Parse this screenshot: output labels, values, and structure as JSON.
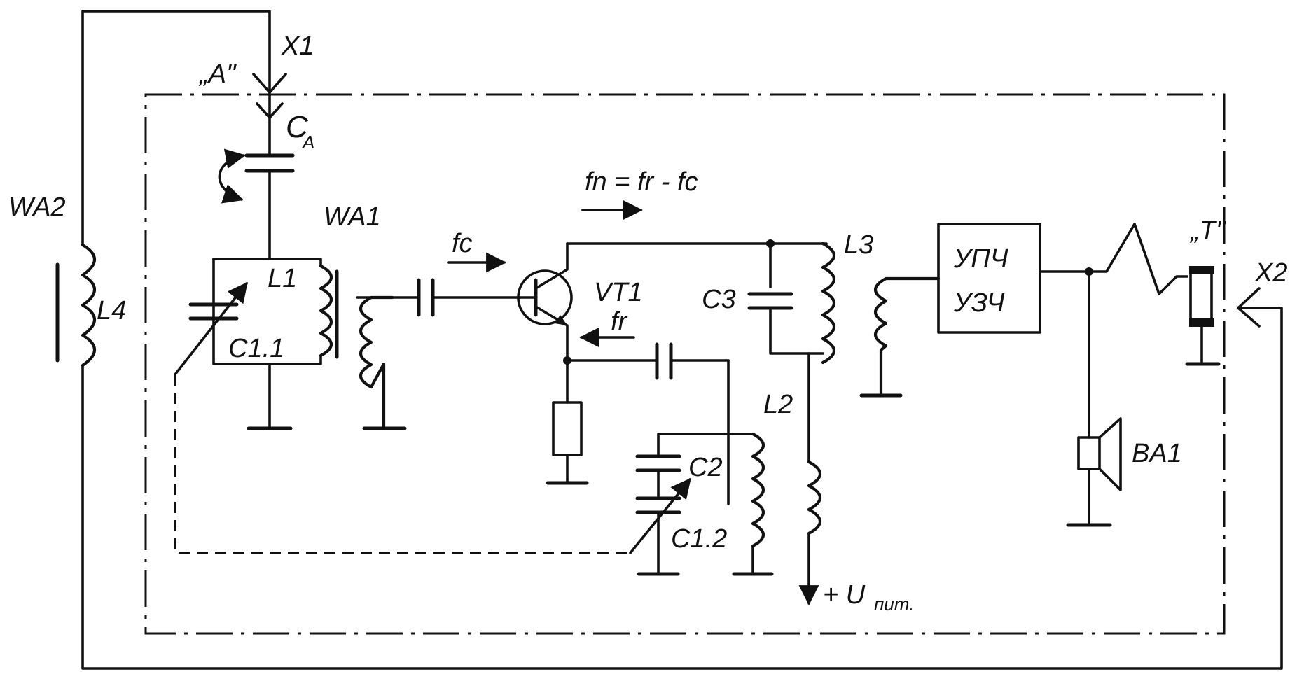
{
  "labels": {
    "x1": "X1",
    "x2": "X2",
    "antenna_point": "„A\"",
    "phone_point": "„T\"",
    "ca": "C",
    "ca_sub": "A",
    "wa1": "WA1",
    "wa2": "WA2",
    "l1": "L1",
    "l2": "L2",
    "l3": "L3",
    "l4": "L4",
    "c11": "C1.1",
    "c12": "C1.2",
    "c2": "C2",
    "c3": "C3",
    "vt1": "VT1",
    "ba1": "BA1",
    "fc": "fc",
    "fr": "fr",
    "formula": "fn = fr - fc",
    "amp_line1": "УПЧ",
    "amp_line2": "УЗЧ",
    "supply": "+ U",
    "supply_sub": "пит."
  }
}
